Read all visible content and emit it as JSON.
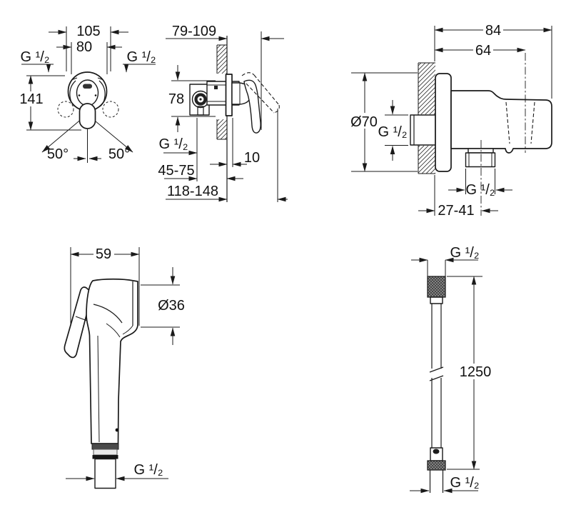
{
  "colors": {
    "line_color": "#1a1a1a",
    "background": "#ffffff"
  },
  "drawing": {
    "mixer_front": {
      "dim_escutcheon_width": "105",
      "dim_connection_spacing": "80",
      "thread_left": "G ¹/₂",
      "thread_right": "G ¹/₂",
      "dim_height": "141",
      "angle_left": "50°",
      "angle_right": "50°"
    },
    "mixer_side": {
      "dim_handle_depth": "79-109",
      "dim_body_height": "78",
      "thread_supply": "G ¹/₂",
      "dim_installation_depth": "45-75",
      "dim_plate_offset": "10",
      "dim_total_depth": "118-148"
    },
    "wall_union": {
      "dim_total_width": "84",
      "dim_holder_width": "64",
      "dim_escutcheon_diameter": "Ø70",
      "thread_inlet": "G ¹/₂",
      "thread_outlet": "G ¹/₂",
      "dim_outlet_offset": "27-41"
    },
    "hand_shower": {
      "dim_width": "59",
      "dim_head_diameter": "Ø36",
      "thread_connection": "G ¹/₂"
    },
    "hose": {
      "thread_top": "G ¹/₂",
      "dim_length": "1250",
      "thread_bottom": "G ¹/₂"
    }
  }
}
